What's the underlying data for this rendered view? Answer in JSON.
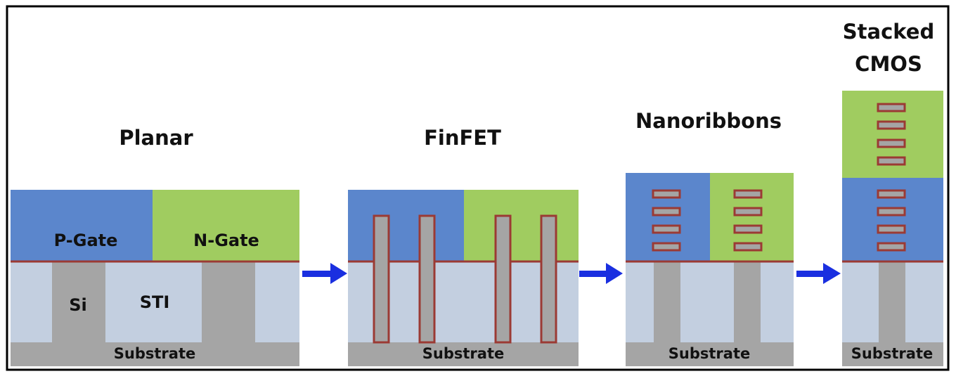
{
  "colors": {
    "p_gate": "#5b86cc",
    "n_gate": "#a0cc60",
    "sti": "#c3cfe0",
    "silicon": "#a5a5a5",
    "substrate": "#a5a5a5",
    "gate_oxide": "#9b3a34",
    "arrow": "#1a2fe0",
    "border": "#000000"
  },
  "panels": [
    {
      "title": "Planar",
      "p_gate_label": "P-Gate",
      "n_gate_label": "N-Gate",
      "si_label": "Si",
      "sti_label": "STI",
      "substrate_label": "Substrate"
    },
    {
      "title": "FinFET",
      "substrate_label": "Substrate"
    },
    {
      "title": "Nanoribbons",
      "substrate_label": "Substrate"
    },
    {
      "title_line1": "Stacked",
      "title_line2": "CMOS",
      "substrate_label": "Substrate"
    }
  ]
}
